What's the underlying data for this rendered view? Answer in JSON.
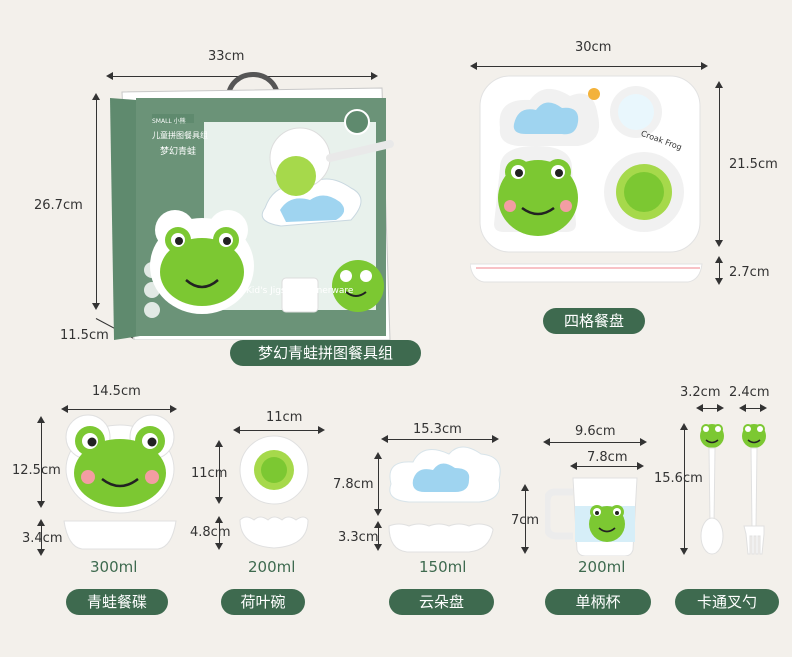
{
  "set": {
    "box_width": "33cm",
    "box_height": "26.7cm",
    "box_depth": "11.5cm",
    "box_brand": "SMALL 小熊",
    "box_line1": "儿童拼图餐具组",
    "box_line2": "梦幻青蛙",
    "box_english": "Kid's Jigsaw Dinnerware",
    "name": "梦幻青蛙拼图餐具组"
  },
  "tray": {
    "width": "30cm",
    "height": "21.5cm",
    "depth": "2.7cm",
    "text": "Croak Frog",
    "name": "四格餐盘"
  },
  "items": [
    {
      "width": "14.5cm",
      "height": "12.5cm",
      "depth": "3.4cm",
      "volume": "300ml",
      "name": "青蛙餐碟"
    },
    {
      "width": "11cm",
      "height": "11cm",
      "depth": "4.8cm",
      "volume": "200ml",
      "name": "荷叶碗"
    },
    {
      "width": "15.3cm",
      "height": "7.8cm",
      "depth": "3.3cm",
      "volume": "150ml",
      "name": "云朵盘"
    },
    {
      "width": "9.6cm",
      "width2": "7.8cm",
      "height": "7cm",
      "volume": "200ml",
      "name": "单柄杯"
    },
    {
      "width": "3.2cm",
      "width2": "2.4cm",
      "height": "15.6cm",
      "name": "卡通叉勺"
    }
  ],
  "colors": {
    "accent": "#3e6a4f",
    "frog_green": "#7cc832",
    "box_green": "#5f8a6e"
  }
}
